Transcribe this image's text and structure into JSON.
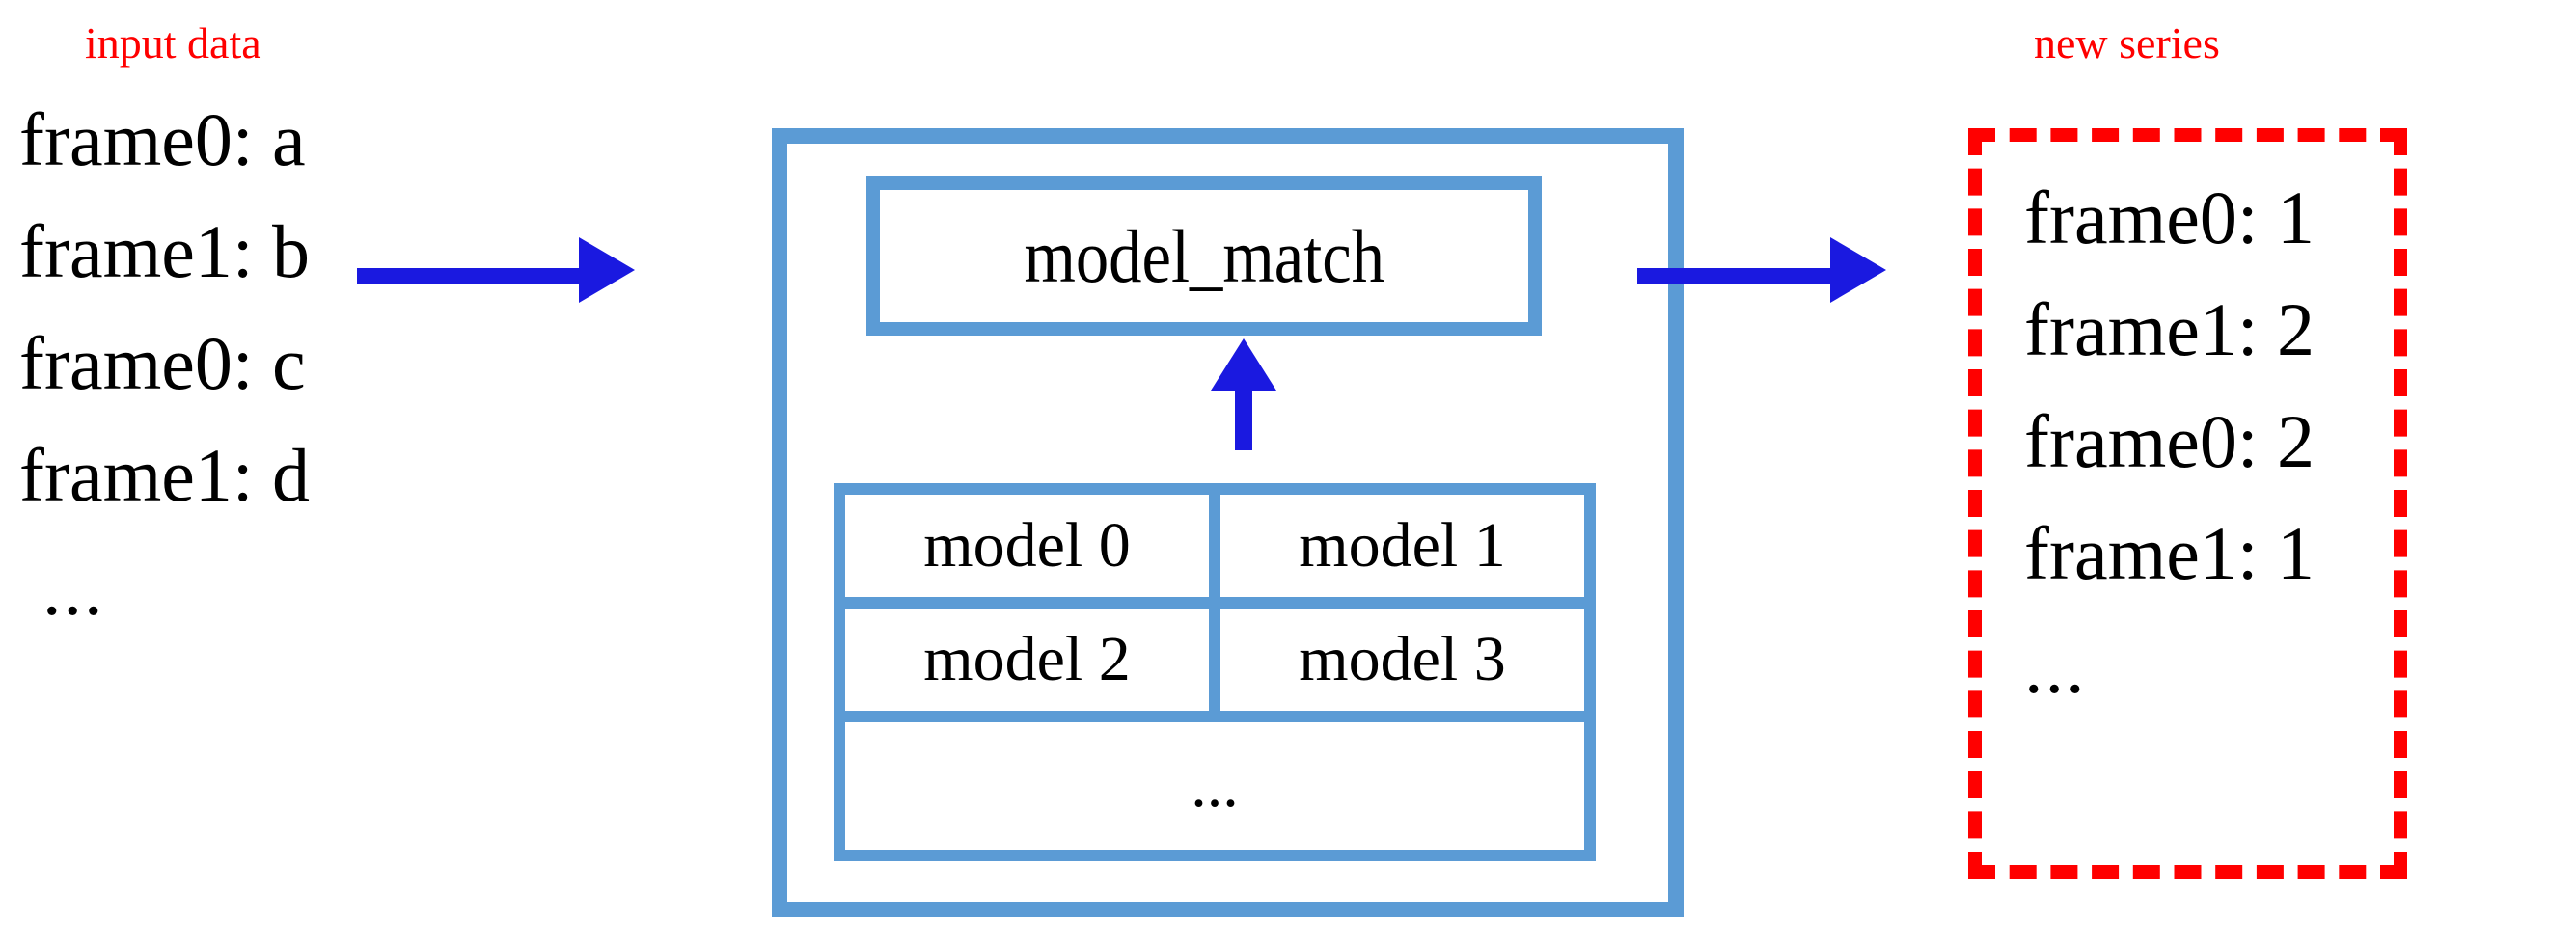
{
  "colors": {
    "accent_blue": "#5b9bd5",
    "arrow_blue": "#1a19e0",
    "caption_red": "#ff0000",
    "text_black": "#000000",
    "background": "#ffffff"
  },
  "input_panel": {
    "caption": "input data",
    "lines": [
      "frame0: a",
      "frame1: b",
      "frame0: c",
      "frame1: d"
    ],
    "continuation": "..."
  },
  "pipeline": {
    "node_label": "model_match",
    "registry": {
      "rows": [
        [
          "model 0",
          "model 1"
        ],
        [
          "model 2",
          "model 3"
        ]
      ],
      "continuation": "..."
    }
  },
  "arrows": {
    "input_to_node": "arrow-right",
    "node_to_output": "arrow-right",
    "registry_to_node": "arrow-up"
  },
  "output_panel": {
    "caption": "new series",
    "lines": [
      "frame0: 1",
      "frame1: 2",
      "frame0: 2",
      "frame1: 1"
    ],
    "continuation": "..."
  }
}
